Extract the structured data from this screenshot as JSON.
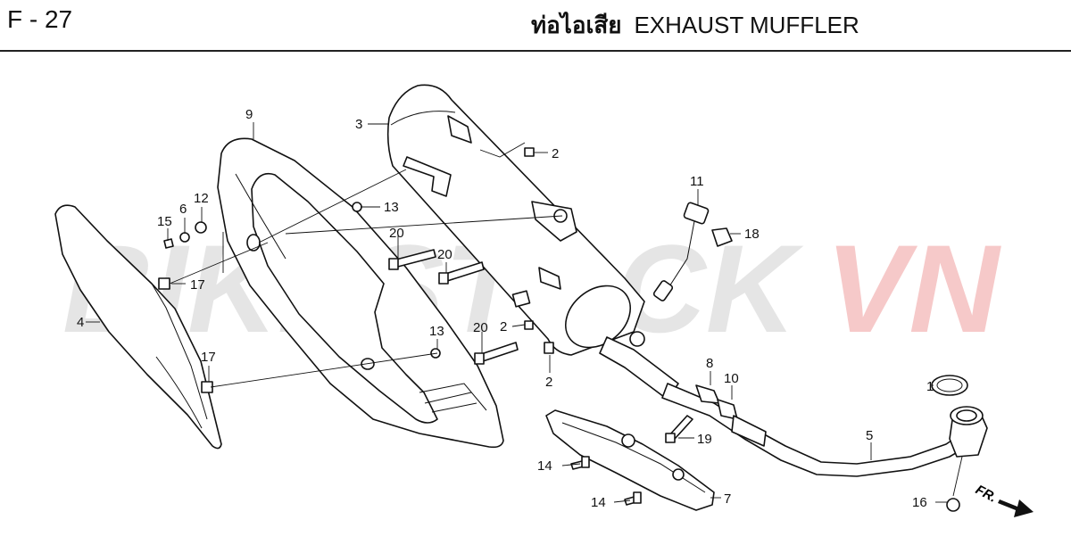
{
  "header": {
    "page_code": "F - 27",
    "title_th": "ท่อไอเสีย",
    "title_en": "EXHAUST MUFFLER"
  },
  "watermark": {
    "text_a": "BIKESTOCK",
    "text_b": "VN",
    "color_a": "#cfcfcf",
    "color_b": "#f2b2b2"
  },
  "fr_arrow": {
    "label": "FR."
  },
  "callouts": {
    "c1": "1",
    "c2a": "2",
    "c2b": "2",
    "c2c": "2",
    "c3": "3",
    "c4": "4",
    "c5": "5",
    "c6": "6",
    "c7": "7",
    "c8": "8",
    "c9": "9",
    "c10": "10",
    "c11": "11",
    "c12": "12",
    "c13a": "13",
    "c13b": "13",
    "c14a": "14",
    "c14b": "14",
    "c15": "15",
    "c16": "16",
    "c17a": "17",
    "c17b": "17",
    "c18": "18",
    "c19": "19",
    "c20a": "20",
    "c20b": "20",
    "c20c": "20"
  }
}
